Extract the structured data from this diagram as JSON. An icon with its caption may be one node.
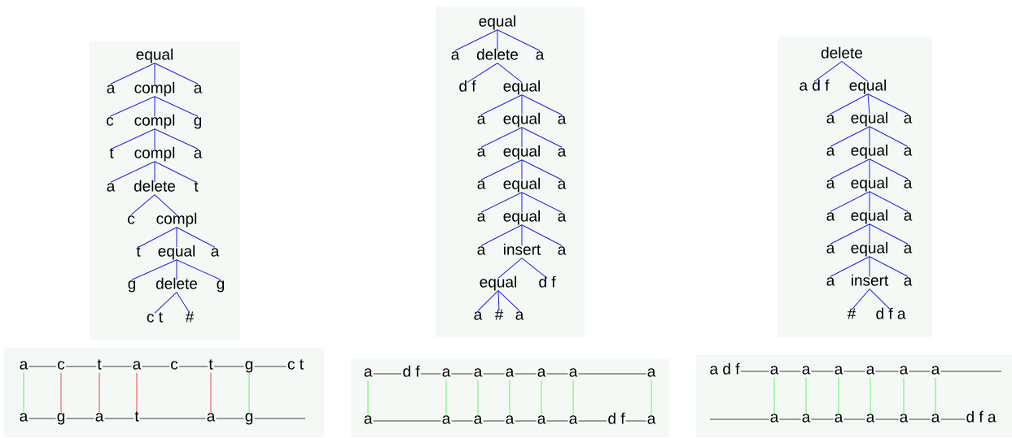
{
  "diagram": {
    "nodes": [
      {
        "text": [
          "equal"
        ]
      },
      {
        "text": [
          "a"
        ]
      },
      {
        "text": [
          "compl"
        ]
      },
      {
        "text": [
          "a"
        ]
      },
      {
        "text": [
          "c"
        ]
      },
      {
        "text": [
          "compl"
        ]
      },
      {
        "text": [
          "g"
        ]
      },
      {
        "text": [
          "t"
        ]
      },
      {
        "text": [
          "compl"
        ]
      },
      {
        "text": [
          "a"
        ]
      },
      {
        "text": [
          "a"
        ]
      },
      {
        "text": [
          "delete"
        ]
      },
      {
        "text": [
          "t"
        ]
      },
      {
        "text": [
          "c"
        ]
      },
      {
        "text": [
          "compl"
        ]
      },
      {
        "text": [
          "t"
        ]
      },
      {
        "text": [
          "equal"
        ]
      },
      {
        "text": [
          "a"
        ]
      },
      {
        "text": [
          "g"
        ]
      },
      {
        "text": [
          "delete"
        ]
      },
      {
        "text": [
          "g"
        ]
      },
      {
        "text": [
          "c t"
        ]
      },
      {
        "text": [
          "#"
        ]
      },
      {
        "text": [
          "equal"
        ]
      },
      {
        "text": [
          "a"
        ]
      },
      {
        "text": [
          "delete"
        ]
      },
      {
        "text": [
          "a"
        ]
      },
      {
        "text": [
          "d f"
        ]
      },
      {
        "text": [
          "equal"
        ]
      },
      {
        "text": [
          "a"
        ]
      },
      {
        "text": [
          "equal"
        ]
      },
      {
        "text": [
          "a"
        ]
      },
      {
        "text": [
          "a"
        ]
      },
      {
        "text": [
          "equal"
        ]
      },
      {
        "text": [
          "a"
        ]
      },
      {
        "text": [
          "a"
        ]
      },
      {
        "text": [
          "equal"
        ]
      },
      {
        "text": [
          "a"
        ]
      },
      {
        "text": [
          "a"
        ]
      },
      {
        "text": [
          "equal"
        ]
      },
      {
        "text": [
          "a"
        ]
      },
      {
        "text": [
          "a"
        ]
      },
      {
        "text": [
          "insert"
        ]
      },
      {
        "text": [
          "a"
        ]
      },
      {
        "text": [
          "equal"
        ]
      },
      {
        "text": [
          "d f"
        ]
      },
      {
        "text": [
          "a"
        ]
      },
      {
        "text": [
          "#"
        ]
      },
      {
        "text": [
          "a"
        ]
      },
      {
        "text": [
          "delete"
        ]
      },
      {
        "text": [
          "a d f"
        ]
      },
      {
        "text": [
          "equal"
        ]
      },
      {
        "text": [
          "a"
        ]
      },
      {
        "text": [
          "equal"
        ]
      },
      {
        "text": [
          "a"
        ]
      },
      {
        "text": [
          "a"
        ]
      },
      {
        "text": [
          "equal"
        ]
      },
      {
        "text": [
          "a"
        ]
      },
      {
        "text": [
          "a"
        ]
      },
      {
        "text": [
          "equal"
        ]
      },
      {
        "text": [
          "a"
        ]
      },
      {
        "text": [
          "a"
        ]
      },
      {
        "text": [
          "equal"
        ]
      },
      {
        "text": [
          "a"
        ]
      },
      {
        "text": [
          "a"
        ]
      },
      {
        "text": [
          "equal"
        ]
      },
      {
        "text": [
          "a"
        ]
      },
      {
        "text": [
          "a"
        ]
      },
      {
        "text": [
          "insert"
        ]
      },
      {
        "text": [
          "a"
        ]
      },
      {
        "text": [
          "#"
        ]
      },
      {
        "text": [
          "d f a"
        ]
      },
      {
        "text": [
          "a"
        ]
      },
      {
        "text": [
          "c"
        ]
      },
      {
        "text": [
          "t"
        ]
      },
      {
        "text": [
          "a"
        ]
      },
      {
        "text": [
          "c"
        ]
      },
      {
        "text": [
          "t"
        ]
      },
      {
        "text": [
          "g"
        ]
      },
      {
        "text": [
          "c t"
        ]
      },
      {
        "text": [
          "a"
        ]
      },
      {
        "text": [
          "g"
        ]
      },
      {
        "text": [
          "a"
        ]
      },
      {
        "text": [
          "t"
        ]
      },
      {
        "text": [
          "a"
        ]
      },
      {
        "text": [
          "g"
        ]
      },
      {
        "text": [
          "a"
        ]
      },
      {
        "text": [
          "d f"
        ]
      },
      {
        "text": [
          "a"
        ]
      },
      {
        "text": [
          "a"
        ]
      },
      {
        "text": [
          "a"
        ]
      },
      {
        "text": [
          "a"
        ]
      },
      {
        "text": [
          "a"
        ]
      },
      {
        "text": [
          "a"
        ]
      },
      {
        "text": [
          "a"
        ]
      },
      {
        "text": [
          "a"
        ]
      },
      {
        "text": [
          "a"
        ]
      },
      {
        "text": [
          "a"
        ]
      },
      {
        "text": [
          "a"
        ]
      },
      {
        "text": [
          "a"
        ]
      },
      {
        "text": [
          "d f"
        ]
      },
      {
        "text": [
          "a"
        ]
      },
      {
        "text": [
          "a d f"
        ]
      },
      {
        "text": [
          "a"
        ]
      },
      {
        "text": [
          "a"
        ]
      },
      {
        "text": [
          "a"
        ]
      },
      {
        "text": [
          "a"
        ]
      },
      {
        "text": [
          "a"
        ]
      },
      {
        "text": [
          "a"
        ]
      },
      {
        "text": [
          "a"
        ]
      },
      {
        "text": [
          "a"
        ]
      },
      {
        "text": [
          "a"
        ]
      },
      {
        "text": [
          "a"
        ]
      },
      {
        "text": [
          "a"
        ]
      },
      {
        "text": [
          "a"
        ]
      },
      {
        "text": [
          "d f a"
        ]
      }
    ],
    "edges": [
      {
        "from": 0,
        "to": 1,
        "arrow": "none"
      },
      {
        "from": 0,
        "to": 2,
        "arrow": "none"
      },
      {
        "from": 0,
        "to": 3,
        "arrow": "none"
      },
      {
        "from": 2,
        "to": 4,
        "arrow": "none"
      },
      {
        "from": 2,
        "to": 5,
        "arrow": "none"
      },
      {
        "from": 2,
        "to": 6,
        "arrow": "none"
      },
      {
        "from": 5,
        "to": 7,
        "arrow": "none"
      },
      {
        "from": 5,
        "to": 8,
        "arrow": "none"
      },
      {
        "from": 5,
        "to": 9,
        "arrow": "none"
      },
      {
        "from": 8,
        "to": 10,
        "arrow": "none"
      },
      {
        "from": 8,
        "to": 11,
        "arrow": "none"
      },
      {
        "from": 8,
        "to": 12,
        "arrow": "none"
      },
      {
        "from": 11,
        "to": 13,
        "arrow": "none"
      },
      {
        "from": 11,
        "to": 14,
        "arrow": "none"
      },
      {
        "from": 14,
        "to": 15,
        "arrow": "none"
      },
      {
        "from": 14,
        "to": 16,
        "arrow": "none"
      },
      {
        "from": 14,
        "to": 17,
        "arrow": "none"
      },
      {
        "from": 16,
        "to": 18,
        "arrow": "none"
      },
      {
        "from": 16,
        "to": 19,
        "arrow": "none"
      },
      {
        "from": 16,
        "to": 20,
        "arrow": "none"
      },
      {
        "from": 19,
        "to": 21,
        "arrow": "none"
      },
      {
        "from": 19,
        "to": 22,
        "arrow": "none"
      },
      {
        "from": 23,
        "to": 24,
        "arrow": "none"
      },
      {
        "from": 23,
        "to": 25,
        "arrow": "none"
      },
      {
        "from": 23,
        "to": 26,
        "arrow": "none"
      },
      {
        "from": 25,
        "to": 27,
        "arrow": "none"
      },
      {
        "from": 25,
        "to": 28,
        "arrow": "none"
      },
      {
        "from": 28,
        "to": 29,
        "arrow": "none"
      },
      {
        "from": 28,
        "to": 30,
        "arrow": "none"
      },
      {
        "from": 28,
        "to": 31,
        "arrow": "none"
      },
      {
        "from": 30,
        "to": 32,
        "arrow": "none"
      },
      {
        "from": 30,
        "to": 33,
        "arrow": "none"
      },
      {
        "from": 30,
        "to": 34,
        "arrow": "none"
      },
      {
        "from": 33,
        "to": 35,
        "arrow": "none"
      },
      {
        "from": 33,
        "to": 36,
        "arrow": "none"
      },
      {
        "from": 33,
        "to": 37,
        "arrow": "none"
      },
      {
        "from": 36,
        "to": 38,
        "arrow": "none"
      },
      {
        "from": 36,
        "to": 39,
        "arrow": "none"
      },
      {
        "from": 36,
        "to": 40,
        "arrow": "none"
      },
      {
        "from": 39,
        "to": 41,
        "arrow": "none"
      },
      {
        "from": 39,
        "to": 42,
        "arrow": "none"
      },
      {
        "from": 39,
        "to": 43,
        "arrow": "none"
      },
      {
        "from": 42,
        "to": 44,
        "arrow": "none"
      },
      {
        "from": 42,
        "to": 45,
        "arrow": "none"
      },
      {
        "from": 44,
        "to": 46,
        "arrow": "none"
      },
      {
        "from": 44,
        "to": 47,
        "arrow": "none"
      },
      {
        "from": 44,
        "to": 48,
        "arrow": "none"
      },
      {
        "from": 49,
        "to": 50,
        "arrow": "none"
      },
      {
        "from": 49,
        "to": 51,
        "arrow": "none"
      },
      {
        "from": 51,
        "to": 52,
        "arrow": "none"
      },
      {
        "from": 51,
        "to": 53,
        "arrow": "none"
      },
      {
        "from": 51,
        "to": 54,
        "arrow": "none"
      },
      {
        "from": 53,
        "to": 55,
        "arrow": "none"
      },
      {
        "from": 53,
        "to": 56,
        "arrow": "none"
      },
      {
        "from": 53,
        "to": 57,
        "arrow": "none"
      },
      {
        "from": 56,
        "to": 58,
        "arrow": "none"
      },
      {
        "from": 56,
        "to": 59,
        "arrow": "none"
      },
      {
        "from": 56,
        "to": 60,
        "arrow": "none"
      },
      {
        "from": 59,
        "to": 61,
        "arrow": "none"
      },
      {
        "from": 59,
        "to": 62,
        "arrow": "none"
      },
      {
        "from": 59,
        "to": 63,
        "arrow": "none"
      },
      {
        "from": 62,
        "to": 64,
        "arrow": "none"
      },
      {
        "from": 62,
        "to": 65,
        "arrow": "none"
      },
      {
        "from": 62,
        "to": 66,
        "arrow": "none"
      },
      {
        "from": 65,
        "to": 67,
        "arrow": "none"
      },
      {
        "from": 65,
        "to": 68,
        "arrow": "none"
      },
      {
        "from": 65,
        "to": 69,
        "arrow": "none"
      },
      {
        "from": 68,
        "to": 70,
        "arrow": "none"
      },
      {
        "from": 68,
        "to": 71,
        "arrow": "none"
      },
      {
        "from": 72,
        "to": 73,
        "arrow": "none",
        "color": "#404040"
      },
      {
        "from": 73,
        "to": 74,
        "arrow": "none",
        "color": "#404040"
      },
      {
        "from": 74,
        "to": 75,
        "arrow": "none",
        "color": "#404040"
      },
      {
        "from": 75,
        "to": 76,
        "arrow": "none",
        "color": "#404040"
      },
      {
        "from": 76,
        "to": 77,
        "arrow": "none",
        "color": "#404040"
      },
      {
        "from": 77,
        "to": 78,
        "arrow": "none",
        "color": "#404040"
      },
      {
        "from": 78,
        "to": 79,
        "arrow": "none",
        "color": "#404040"
      },
      {
        "from": 80,
        "to": 81,
        "arrow": "none",
        "color": "#404040"
      },
      {
        "from": 81,
        "to": 82,
        "arrow": "none",
        "color": "#404040"
      },
      {
        "from": 82,
        "to": 83,
        "arrow": "none",
        "color": "#404040"
      },
      {
        "from": 83,
        "to": 84,
        "arrow": "none",
        "color": "#404040"
      },
      {
        "from": 84,
        "to": 85,
        "arrow": "none",
        "color": "#404040"
      },
      {
        "from": 85,
        "to": null,
        "arrow": "none",
        "color": "#404040"
      },
      {
        "from": 72,
        "to": 80,
        "arrow": "none",
        "color": "#66ee66"
      },
      {
        "from": 73,
        "to": 81,
        "arrow": "none",
        "color": "#ee4444"
      },
      {
        "from": 74,
        "to": 82,
        "arrow": "none",
        "color": "#ee4444"
      },
      {
        "from": 75,
        "to": 83,
        "arrow": "none",
        "color": "#ee4444"
      },
      {
        "from": 77,
        "to": 84,
        "arrow": "none",
        "color": "#ee4444"
      },
      {
        "from": 78,
        "to": 85,
        "arrow": "none",
        "color": "#66ee66"
      },
      {
        "from": 86,
        "to": 87,
        "arrow": "none",
        "color": "#404040"
      },
      {
        "from": 87,
        "to": 88,
        "arrow": "none",
        "color": "#404040"
      },
      {
        "from": 88,
        "to": 89,
        "arrow": "none",
        "color": "#404040"
      },
      {
        "from": 89,
        "to": 90,
        "arrow": "none",
        "color": "#404040"
      },
      {
        "from": 90,
        "to": 91,
        "arrow": "none",
        "color": "#404040"
      },
      {
        "from": 91,
        "to": 92,
        "arrow": "none",
        "color": "#404040"
      },
      {
        "from": 92,
        "to": 93,
        "arrow": "none",
        "color": "#404040"
      },
      {
        "from": 94,
        "to": 95,
        "arrow": "none",
        "color": "#404040"
      },
      {
        "from": 95,
        "to": 96,
        "arrow": "none",
        "color": "#404040"
      },
      {
        "from": 96,
        "to": 97,
        "arrow": "none",
        "color": "#404040"
      },
      {
        "from": 97,
        "to": 98,
        "arrow": "none",
        "color": "#404040"
      },
      {
        "from": 98,
        "to": 99,
        "arrow": "none",
        "color": "#404040"
      },
      {
        "from": 99,
        "to": 100,
        "arrow": "none",
        "color": "#404040"
      },
      {
        "from": 100,
        "to": 101,
        "arrow": "none",
        "color": "#404040"
      },
      {
        "from": 86,
        "to": 94,
        "arrow": "none",
        "color": "#66ee66"
      },
      {
        "from": 88,
        "to": 95,
        "arrow": "none",
        "color": "#66ee66"
      },
      {
        "from": 89,
        "to": 96,
        "arrow": "none",
        "color": "#66ee66"
      },
      {
        "from": 90,
        "to": 97,
        "arrow": "none",
        "color": "#66ee66"
      },
      {
        "from": 91,
        "to": 98,
        "arrow": "none",
        "color": "#66ee66"
      },
      {
        "from": 92,
        "to": 99,
        "arrow": "none",
        "color": "#66ee66"
      },
      {
        "from": 93,
        "to": 101,
        "arrow": "none",
        "color": "#66ee66"
      },
      {
        "from": 102,
        "to": 103,
        "arrow": "none",
        "color": "#404040"
      },
      {
        "from": 103,
        "to": 104,
        "arrow": "none",
        "color": "#404040"
      },
      {
        "from": 104,
        "to": 105,
        "arrow": "none",
        "color": "#404040"
      },
      {
        "from": 105,
        "to": 106,
        "arrow": "none",
        "color": "#404040"
      },
      {
        "from": 106,
        "to": 107,
        "arrow": "none",
        "color": "#404040"
      },
      {
        "from": 107,
        "to": 108,
        "arrow": "none",
        "color": "#404040"
      },
      {
        "from": 108,
        "to": null,
        "arrow": "none",
        "color": "#404040"
      },
      {
        "from": null,
        "to": 109,
        "arrow": "none",
        "color": "#404040"
      },
      {
        "from": 109,
        "to": 110,
        "arrow": "none",
        "color": "#404040"
      },
      {
        "from": 110,
        "to": 111,
        "arrow": "none",
        "color": "#404040"
      },
      {
        "from": 111,
        "to": 112,
        "arrow": "none",
        "color": "#404040"
      },
      {
        "from": 112,
        "to": 113,
        "arrow": "none",
        "color": "#404040"
      },
      {
        "from": 113,
        "to": 114,
        "arrow": "none",
        "color": "#404040"
      },
      {
        "from": 114,
        "to": 115,
        "arrow": "none",
        "color": "#404040"
      },
      {
        "from": 103,
        "to": 109,
        "arrow": "none",
        "color": "#66ee66"
      },
      {
        "from": 104,
        "to": 110,
        "arrow": "none",
        "color": "#66ee66"
      },
      {
        "from": 105,
        "to": 111,
        "arrow": "none",
        "color": "#66ee66"
      },
      {
        "from": 106,
        "to": 112,
        "arrow": "none",
        "color": "#66ee66"
      },
      {
        "from": 107,
        "to": 113,
        "arrow": "none",
        "color": "#66ee66"
      },
      {
        "from": 108,
        "to": 114,
        "arrow": "none",
        "color": "#66ee66"
      }
    ]
  }
}
